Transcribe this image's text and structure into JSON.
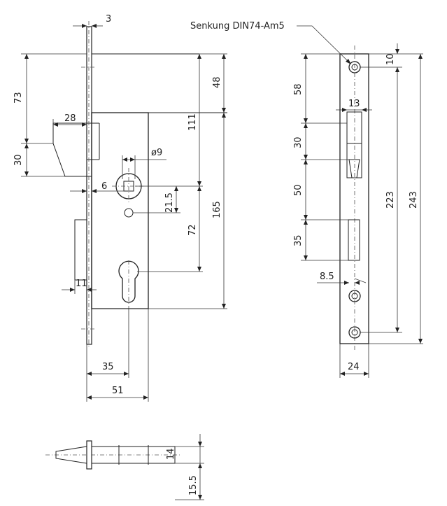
{
  "annotation": {
    "countersink_label": "Senkung DIN74-Am5"
  },
  "dimensions": {
    "lock_body": {
      "d3": "3",
      "d73": "73",
      "d28": "28",
      "d30": "30",
      "d48": "48",
      "d111": "111",
      "d9": "ø9",
      "d6": "6",
      "d21_5": "21.5",
      "d165": "165",
      "d72": "72",
      "d11": "11",
      "d35": "35",
      "d51": "51"
    },
    "faceplate": {
      "d10": "10",
      "d58": "58",
      "d13": "13",
      "d30": "30",
      "d50": "50",
      "d223": "223",
      "d243": "243",
      "d35": "35",
      "d8_5": "8.5",
      "d24": "24"
    },
    "bolt": {
      "d14": "14",
      "d15_5": "15.5"
    }
  }
}
